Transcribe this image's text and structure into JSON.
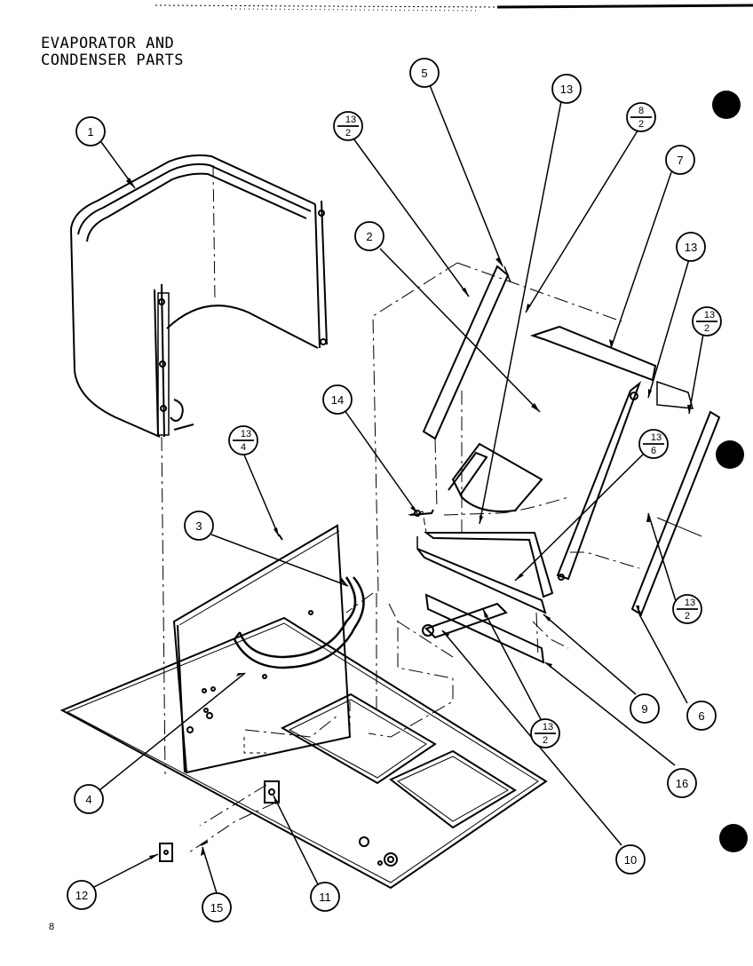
{
  "diagram": {
    "title_line1": "EVAPORATOR AND",
    "title_line2": "CONDENSER PARTS",
    "page_number": "8",
    "callouts": [
      {
        "id": "c1",
        "top": "1"
      },
      {
        "id": "c2",
        "top": "2"
      },
      {
        "id": "c3",
        "top": "3"
      },
      {
        "id": "c4",
        "top": "4"
      },
      {
        "id": "c5",
        "top": "5"
      },
      {
        "id": "c6a",
        "top": "6"
      },
      {
        "id": "c6b",
        "top": "6"
      },
      {
        "id": "c7",
        "top": "7"
      },
      {
        "id": "c9",
        "top": "9"
      },
      {
        "id": "c10",
        "top": "10"
      },
      {
        "id": "c11",
        "top": "11"
      },
      {
        "id": "c12",
        "top": "12"
      },
      {
        "id": "c13a",
        "top": "13"
      },
      {
        "id": "c13b",
        "top": "13"
      },
      {
        "id": "c14",
        "top": "14"
      },
      {
        "id": "c15",
        "top": "15"
      },
      {
        "id": "c16",
        "top": "16"
      },
      {
        "id": "f13_2a",
        "top": "13",
        "bottom": "2"
      },
      {
        "id": "f8_2",
        "top": "8",
        "bottom": "2"
      },
      {
        "id": "f13_2b",
        "top": "13",
        "bottom": "2"
      },
      {
        "id": "f13_4",
        "top": "13",
        "bottom": "4"
      },
      {
        "id": "f13_6",
        "top": "13",
        "bottom": "6"
      },
      {
        "id": "f13_2c",
        "top": "13",
        "bottom": "2"
      },
      {
        "id": "f13_2d",
        "top": "13",
        "bottom": "2"
      }
    ]
  }
}
